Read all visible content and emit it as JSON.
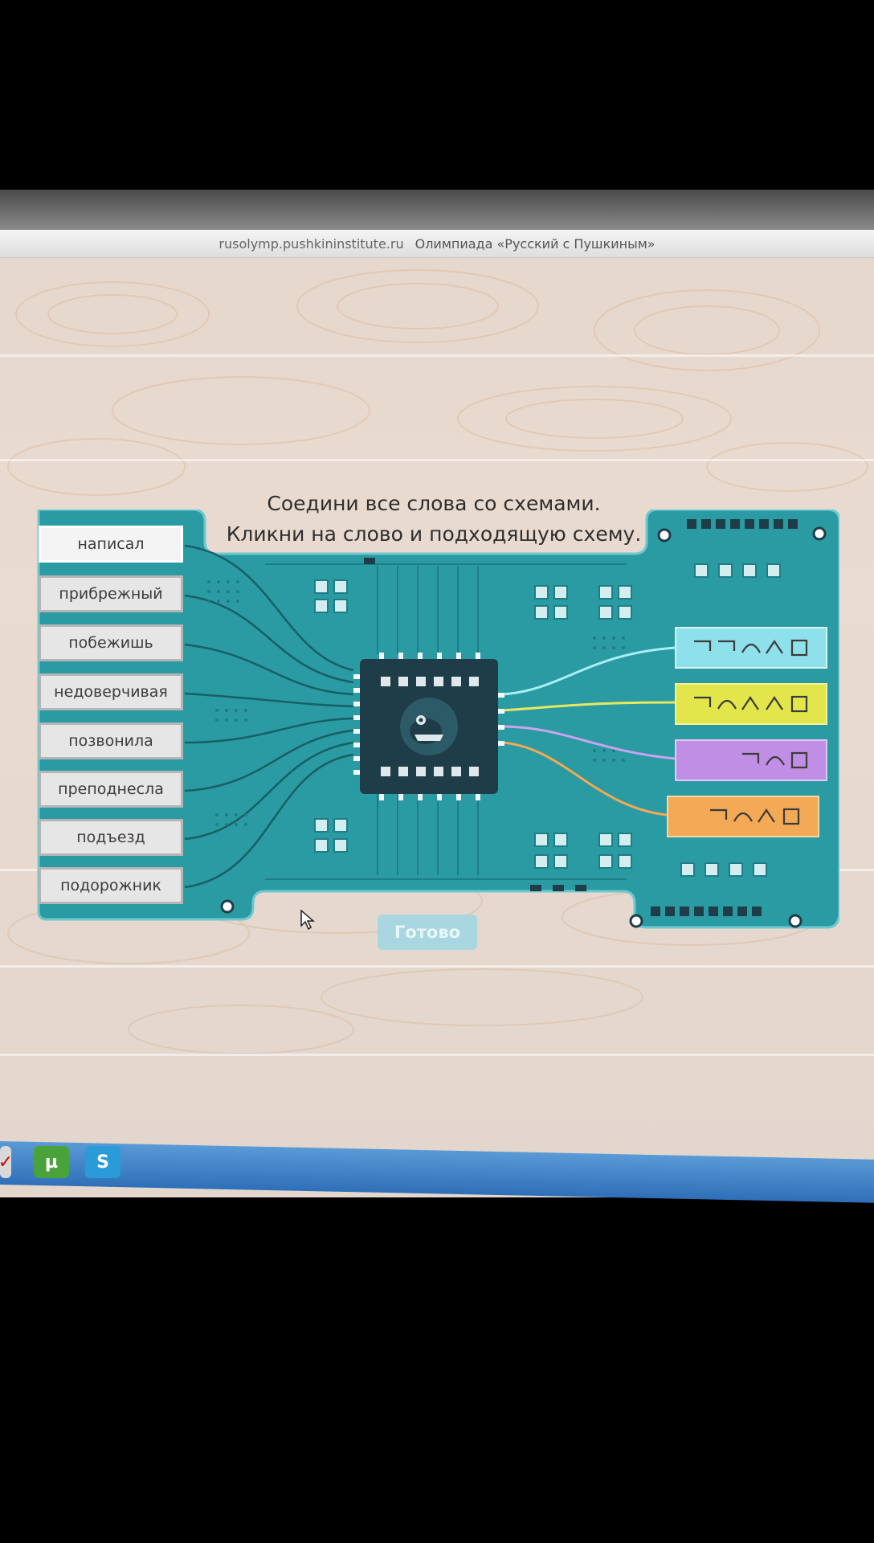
{
  "browser": {
    "url": "rusolymp.pushkininstitute.ru",
    "title": "Олимпиада «Русский с Пушкиным»"
  },
  "instructions": {
    "line1": "Соедини все слова со схемами.",
    "line2": "Кликни на слово и подходящую схему."
  },
  "words": [
    {
      "label": "написал",
      "active": true
    },
    {
      "label": "прибрежный"
    },
    {
      "label": "побежишь"
    },
    {
      "label": "недоверчивая"
    },
    {
      "label": "позвонила"
    },
    {
      "label": "преподнесла"
    },
    {
      "label": "подъезд"
    },
    {
      "label": "подорожник"
    }
  ],
  "schemes": [
    {
      "id": "scheme-1",
      "color": "#8ee0ea",
      "border": "#d8f4f7",
      "symbols": [
        "prefix",
        "prefix",
        "root",
        "suffix",
        "ending"
      ]
    },
    {
      "id": "scheme-2",
      "color": "#e3e64a",
      "border": "#f2f39a",
      "symbols": [
        "prefix",
        "root",
        "suffix",
        "suffix",
        "ending"
      ]
    },
    {
      "id": "scheme-3",
      "color": "#c18ee6",
      "border": "#e2c9f4",
      "symbols": [
        "prefix",
        "root",
        "ending"
      ]
    },
    {
      "id": "scheme-4",
      "color": "#f3a955",
      "border": "#f9d6a8",
      "symbols": [
        "prefix",
        "root",
        "suffix",
        "ending"
      ]
    }
  ],
  "colors": {
    "board": "#2a9aa3",
    "board_dark": "#1f7f88",
    "chip": "#1f3d49",
    "trace": "#1b6f77"
  },
  "ready_button": {
    "label": "Готово"
  },
  "taskbar": {
    "icons": [
      {
        "name": "utorrent-icon",
        "glyph": "µ",
        "color": "#4aa33a"
      },
      {
        "name": "skype-icon",
        "glyph": "S",
        "color": "#2a9ad8"
      }
    ]
  }
}
